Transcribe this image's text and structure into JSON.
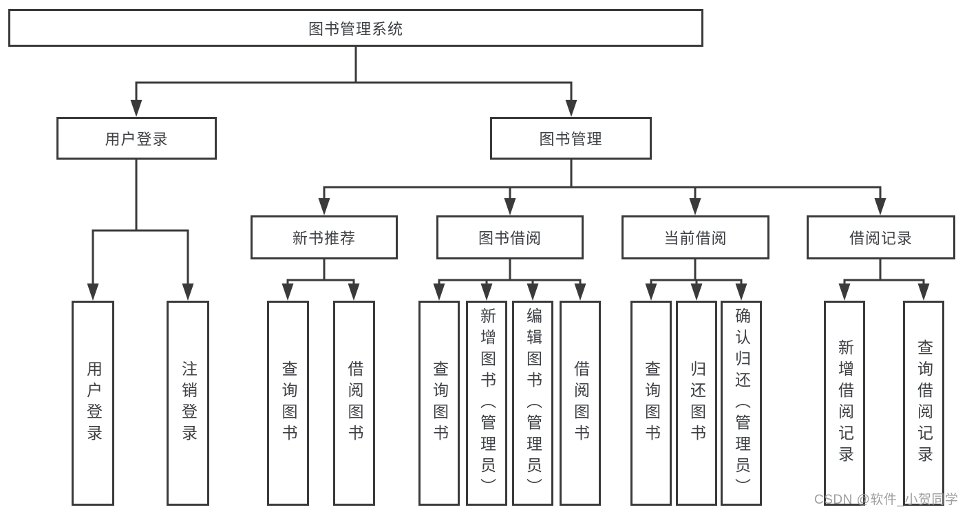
{
  "tree": {
    "label": "图书管理系统",
    "children": [
      {
        "label": "用户登录",
        "children": [
          {
            "label": "用户登录"
          },
          {
            "label": "注销登录"
          }
        ]
      },
      {
        "label": "图书管理",
        "children": [
          {
            "label": "新书推荐",
            "children": [
              {
                "label": "查询图书"
              },
              {
                "label": "借阅图书"
              }
            ]
          },
          {
            "label": "图书借阅",
            "children": [
              {
                "label": "查询图书"
              },
              {
                "label": "新增图书（管理员）"
              },
              {
                "label": "编辑图书（管理员）"
              },
              {
                "label": "借阅图书"
              }
            ]
          },
          {
            "label": "当前借阅",
            "children": [
              {
                "label": "查询图书"
              },
              {
                "label": "归还图书"
              },
              {
                "label": "确认归还（管理员）"
              }
            ]
          },
          {
            "label": "借阅记录",
            "children": [
              {
                "label": "新增借阅记录"
              },
              {
                "label": "查询借阅记录"
              }
            ]
          }
        ]
      }
    ]
  },
  "watermark": {
    "text": "CSDN @软件_小贺同学"
  },
  "colors": {
    "line": "#3a3a3a",
    "text": "#3e4044",
    "watermark": "#969698",
    "background": "#ffffff"
  }
}
